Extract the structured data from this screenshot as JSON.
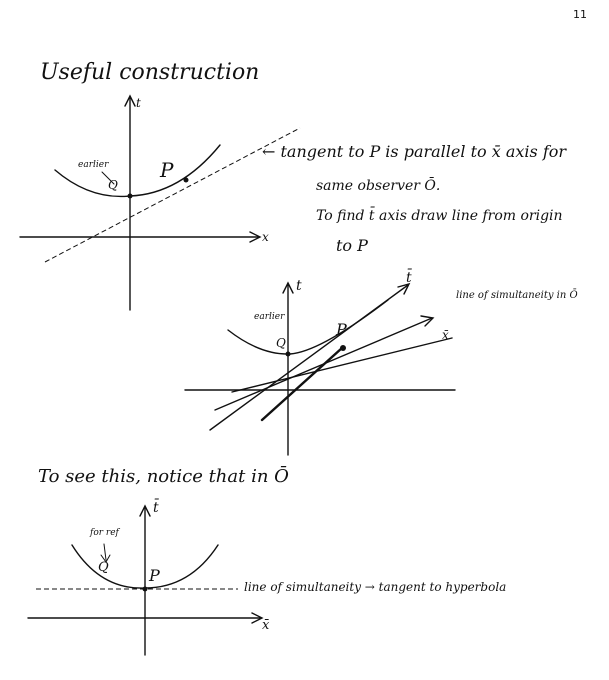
{
  "page_number": "11",
  "title": "Useful construction",
  "diagram1": {
    "axis_t": "t",
    "axis_x": "x",
    "point_q": "Q",
    "point_p": "P",
    "q_note": "earlier",
    "note_line1": "← tangent to P is parallel to x̄ axis for",
    "note_line2": "same observer Ō.",
    "note_line3": "To find t̄ axis draw line from origin",
    "note_line4": "to P"
  },
  "diagram2": {
    "axis_t": "t",
    "axis_tbar": "t̄",
    "axis_xbar": "x̄",
    "point_q": "Q",
    "point_p": "P",
    "q_note": "earlier",
    "note": "line of simultaneity in Ō"
  },
  "mid_text": "To see this, notice that in Ō",
  "diagram3": {
    "axis_tbar": "t̄",
    "axis_xbar": "x̄",
    "point_q": "Q",
    "point_p": "P",
    "q_note": "for ref",
    "note": "line of simultaneity → tangent to hyperbola"
  }
}
